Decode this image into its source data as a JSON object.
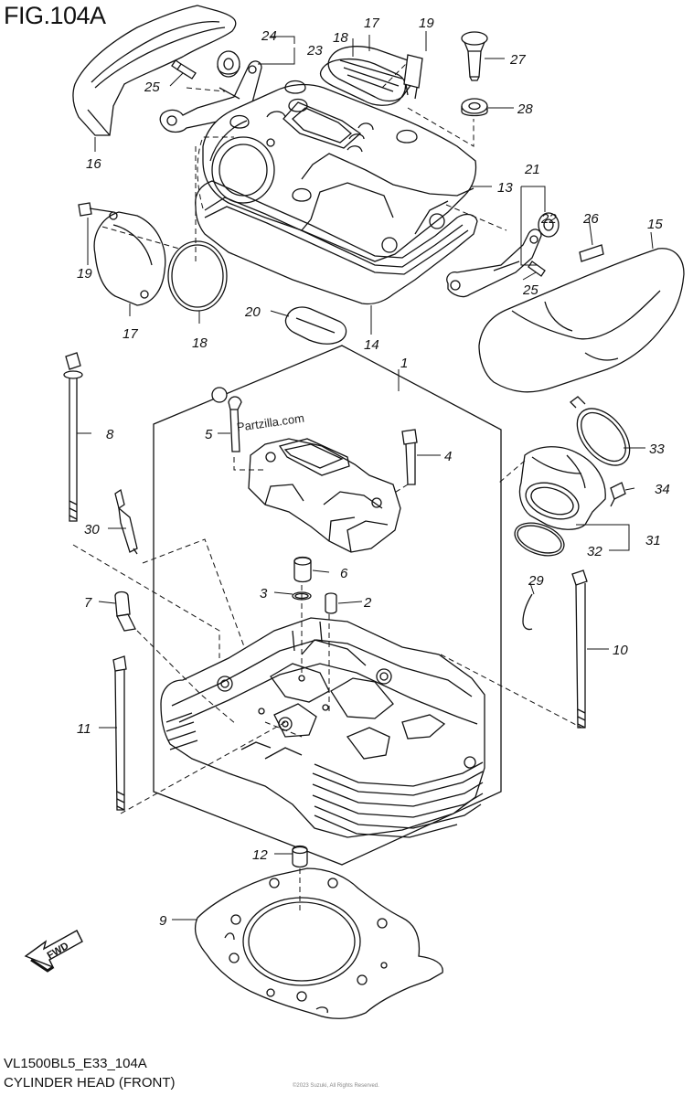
{
  "figure": {
    "title": "FIG.104A",
    "model_code": "VL1500BL5_E33_104A",
    "caption": "CYLINDER HEAD (FRONT)",
    "watermark": "Partzilla.com",
    "copyright": "©2023 Suzuki, All Rights Reserved."
  },
  "fwd_label": "FWD",
  "callouts": {
    "c1": "1",
    "c2": "2",
    "c3": "3",
    "c4": "4",
    "c5": "5",
    "c6": "6",
    "c7": "7",
    "c8": "8",
    "c9": "9",
    "c10": "10",
    "c11": "11",
    "c12": "12",
    "c13": "13",
    "c14": "14",
    "c15": "15",
    "c16": "16",
    "c17a": "17",
    "c17b": "17",
    "c18a": "18",
    "c18b": "18",
    "c19a": "19",
    "c19b": "19",
    "c20": "20",
    "c21": "21",
    "c22": "22",
    "c23": "23",
    "c24": "24",
    "c25a": "25",
    "c25b": "25",
    "c26": "26",
    "c27": "27",
    "c28": "28",
    "c29": "29",
    "c30": "30",
    "c31": "31",
    "c32": "32",
    "c33": "33",
    "c34": "34"
  }
}
